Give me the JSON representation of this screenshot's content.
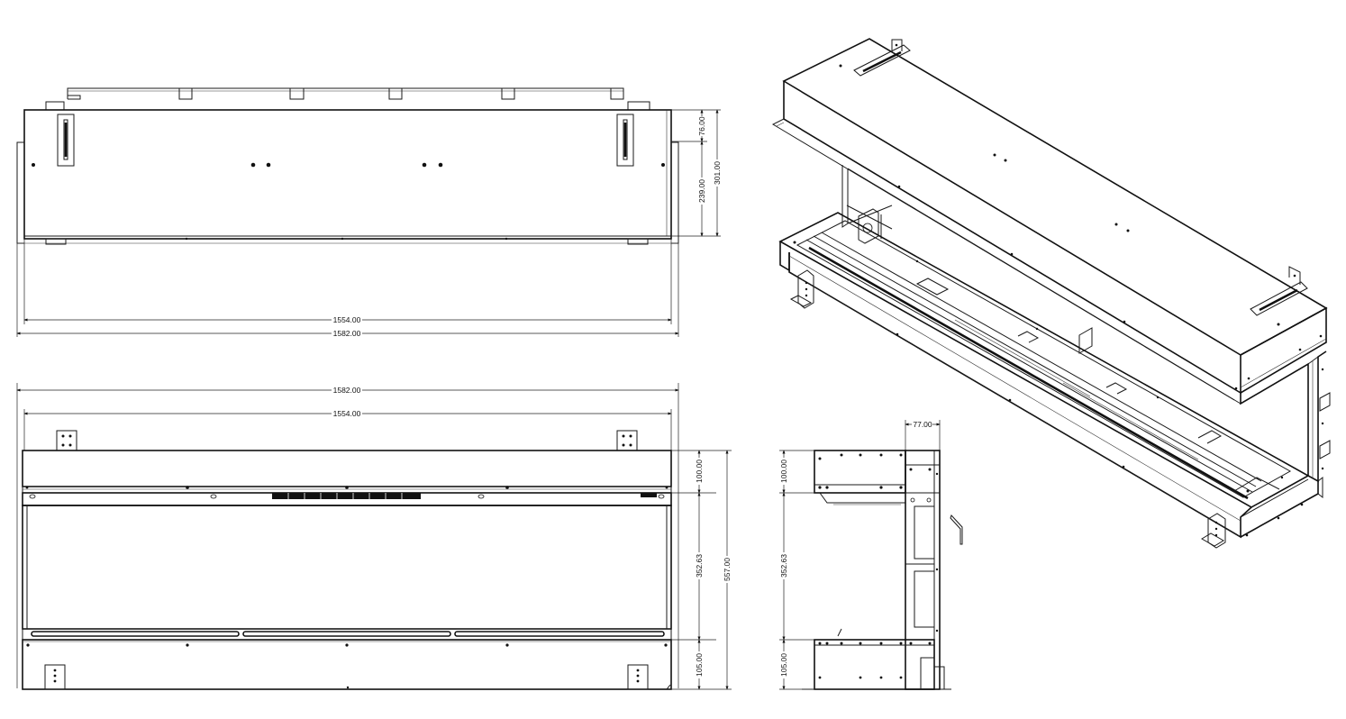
{
  "top_view": {
    "dim_76": "76.00",
    "dim_239": "239.00",
    "dim_301": "301.00",
    "dim_1554": "1554.00",
    "dim_1582": "1582.00"
  },
  "front_view": {
    "dim_1582": "1582.00",
    "dim_1554": "1554.00",
    "dim_100": "100.00",
    "dim_352": "352.63",
    "dim_105": "105.00",
    "dim_557": "557.00"
  },
  "side_view": {
    "dim_77": "77.00",
    "dim_100": "100.00",
    "dim_352": "352.63",
    "dim_105": "105.00"
  },
  "colors": {
    "line": "#111111",
    "paper": "#ffffff"
  }
}
